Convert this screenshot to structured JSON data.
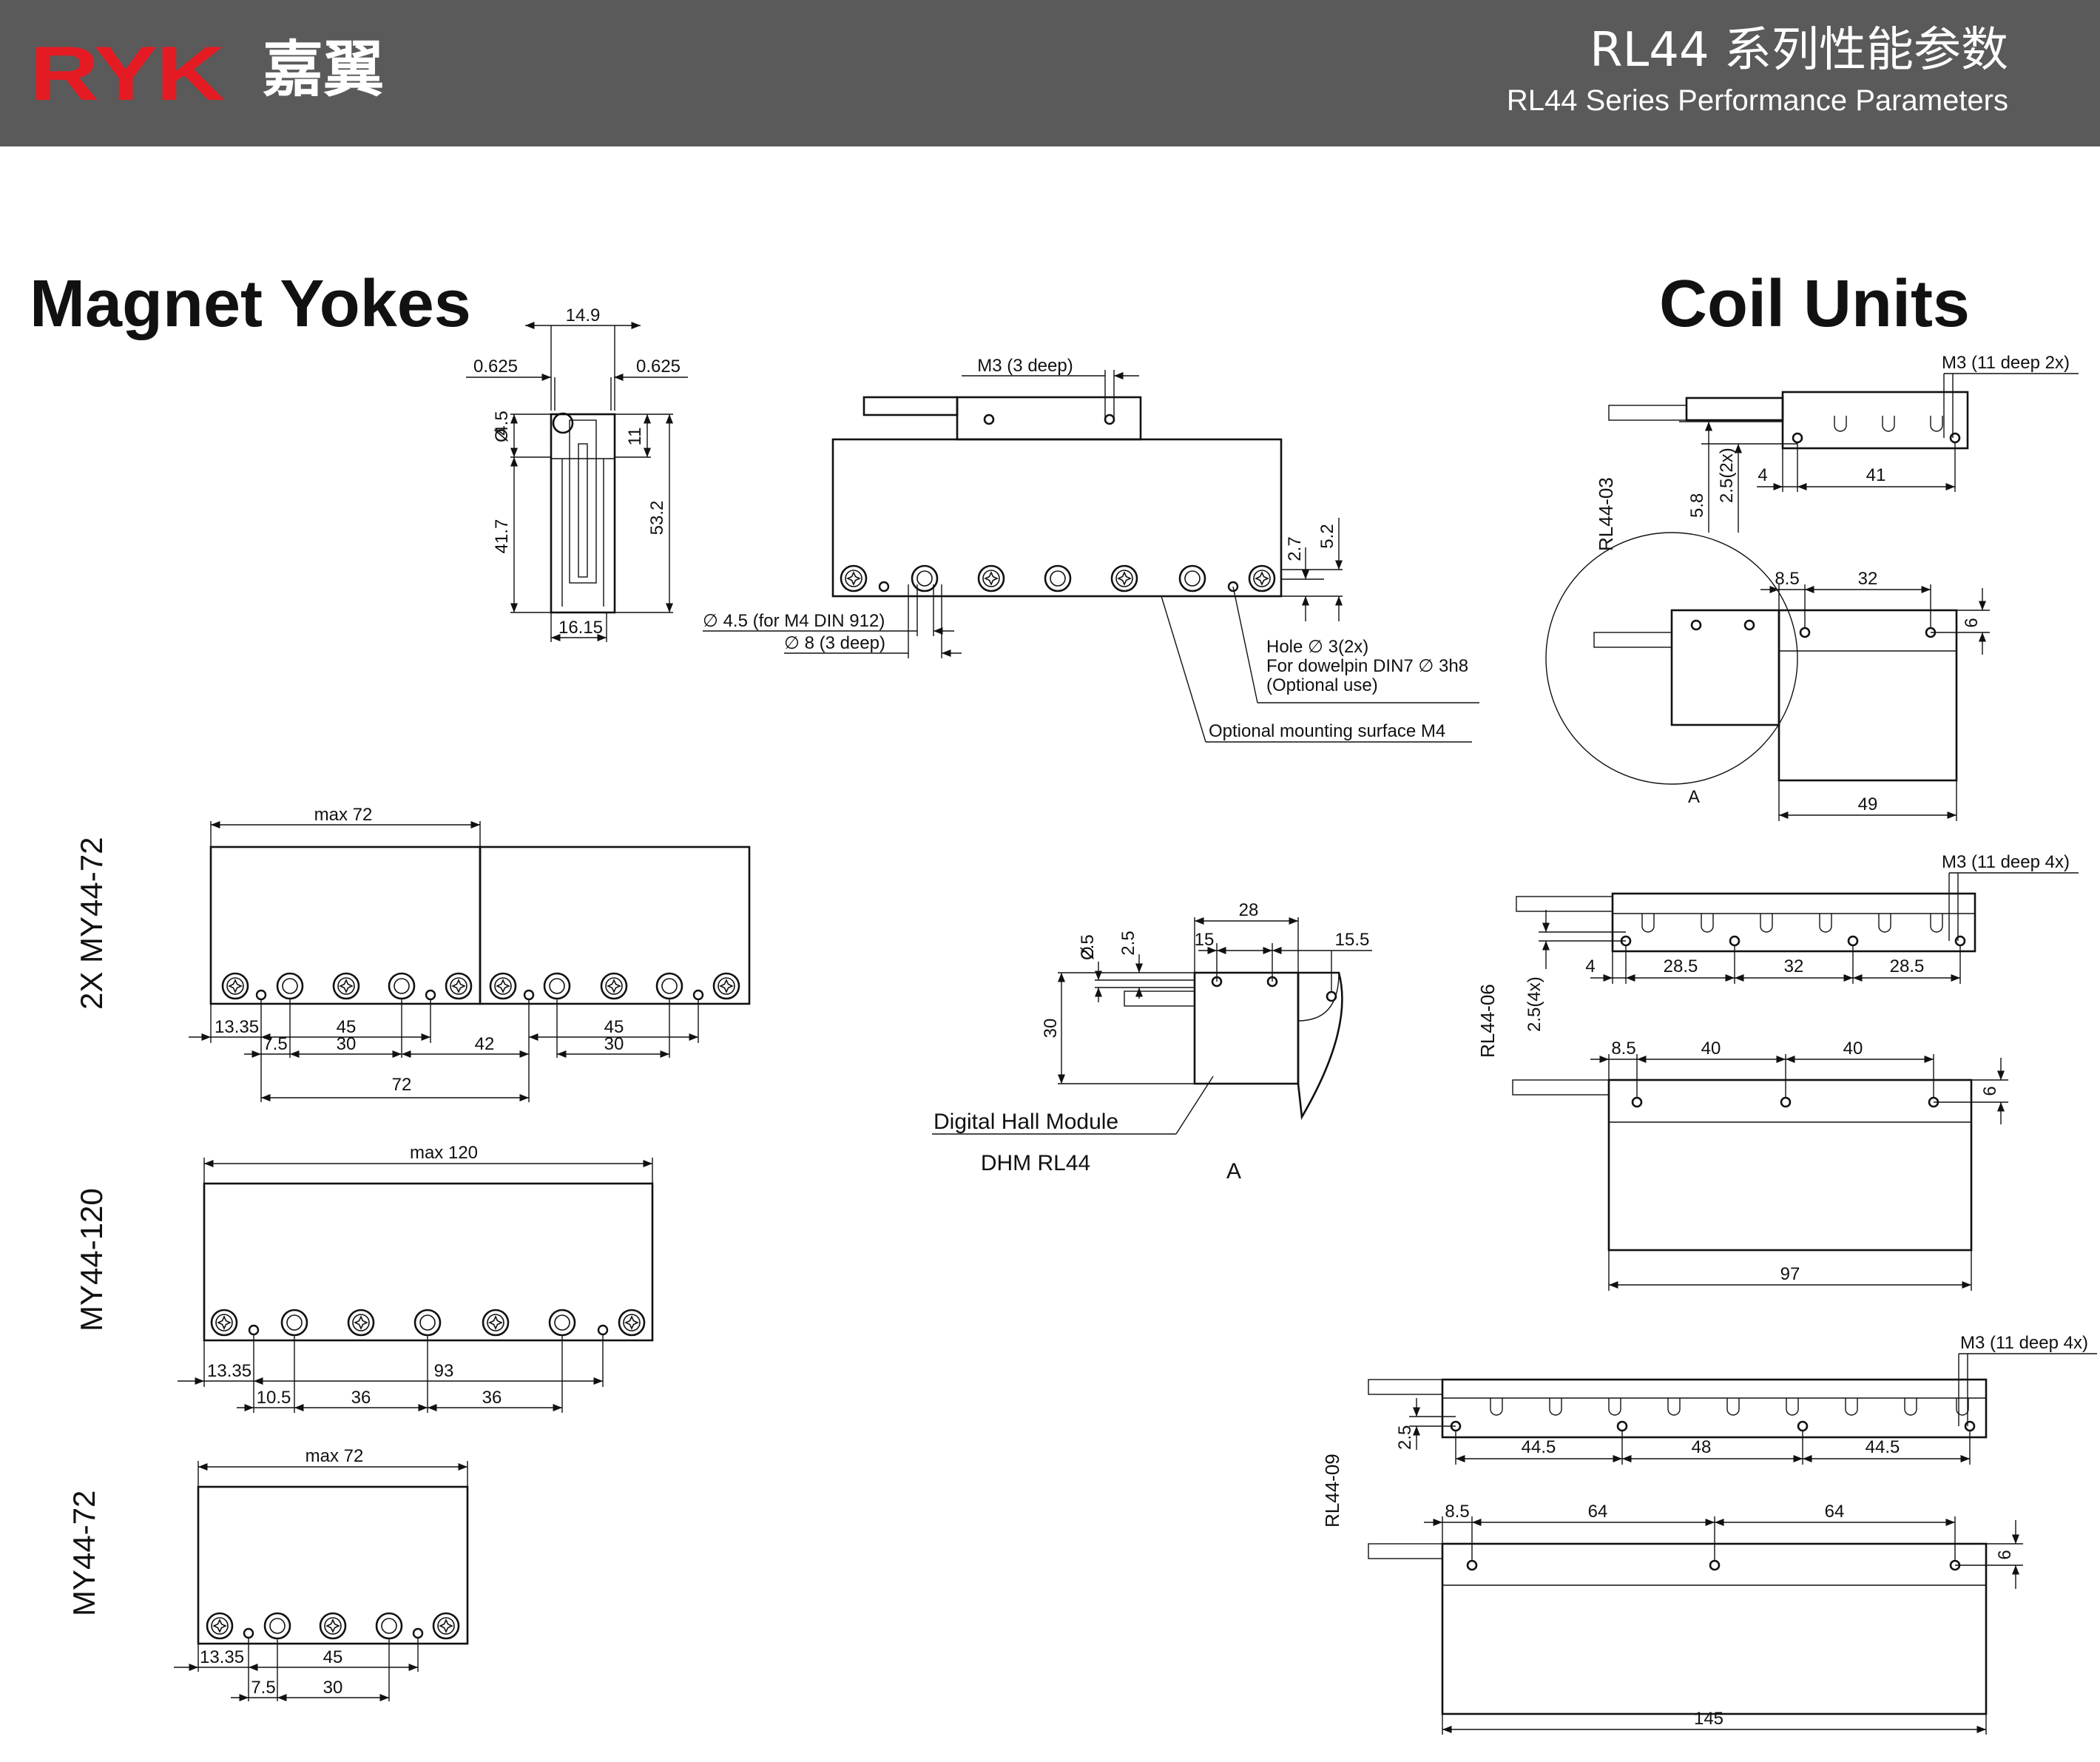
{
  "header": {
    "logo_text": "RYK",
    "logo_cn": "嘉翼",
    "title": "RL44 系列性能参数",
    "subtitle": "RL44 Series Performance Parameters",
    "background": "#5a5a5a",
    "logo_color": "#e51b24"
  },
  "sections": {
    "magnet_title": "Magnet Yokes",
    "coil_title": "Coil Units"
  },
  "side_view": {
    "dims": [
      "14.9",
      "0.625",
      "0.625",
      "4.5",
      "11",
      "41.7",
      "53.2",
      "16.15"
    ],
    "phi": "Ø"
  },
  "front_view": {
    "m3_label": "M3 (3 deep)",
    "dim_27": "2.7",
    "dim_52": "5.2",
    "hole_45": "∅ 4.5  (for M4 DIN 912)",
    "hole_8": "∅ 8  (3 deep)",
    "dowel_1": "Hole ∅ 3(2x)",
    "dowel_2": "For dowelpin DIN7 ∅ 3h8",
    "dowel_3": "(Optional use)",
    "mounting": "Optional mounting surface M4"
  },
  "yoke_2x72": {
    "label": "2X MY44-72",
    "dims": [
      "max 72",
      "13.35",
      "45",
      "45",
      "7.5",
      "30",
      "42",
      "30",
      "72"
    ]
  },
  "yoke_120": {
    "label": "MY44-120",
    "dims": [
      "max 120",
      "13.35",
      "93",
      "10.5",
      "36",
      "36"
    ]
  },
  "yoke_72": {
    "label": "MY44-72",
    "dims": [
      "max 72",
      "13.35",
      "45",
      "7.5",
      "30"
    ]
  },
  "hall": {
    "dims": [
      "28",
      "2.5",
      "2.5",
      "15",
      "15.5",
      "30"
    ],
    "phi": "Ø",
    "label": "Digital Hall Module",
    "model": "DHM RL44",
    "detail": "A"
  },
  "rl44_03": {
    "label": "RL44-03",
    "m3": "M3 (11 deep 2x)",
    "dims": [
      "5.8",
      "2.5(2x)",
      "4",
      "41",
      "8.5",
      "32",
      "6",
      "49"
    ],
    "detail": "A"
  },
  "rl44_06": {
    "label": "RL44-06",
    "m3": "M3 (11 deep 4x)",
    "dims": [
      "4",
      "28.5",
      "32",
      "28.5",
      "2.5(4x)",
      "8.5",
      "40",
      "40",
      "6",
      "97"
    ]
  },
  "rl44_09": {
    "label": "RL44-09",
    "m3": "M3 (11 deep 4x)",
    "dims": [
      "2.5",
      "44.5",
      "48",
      "44.5",
      "8.5",
      "64",
      "64",
      "6",
      "145"
    ]
  }
}
